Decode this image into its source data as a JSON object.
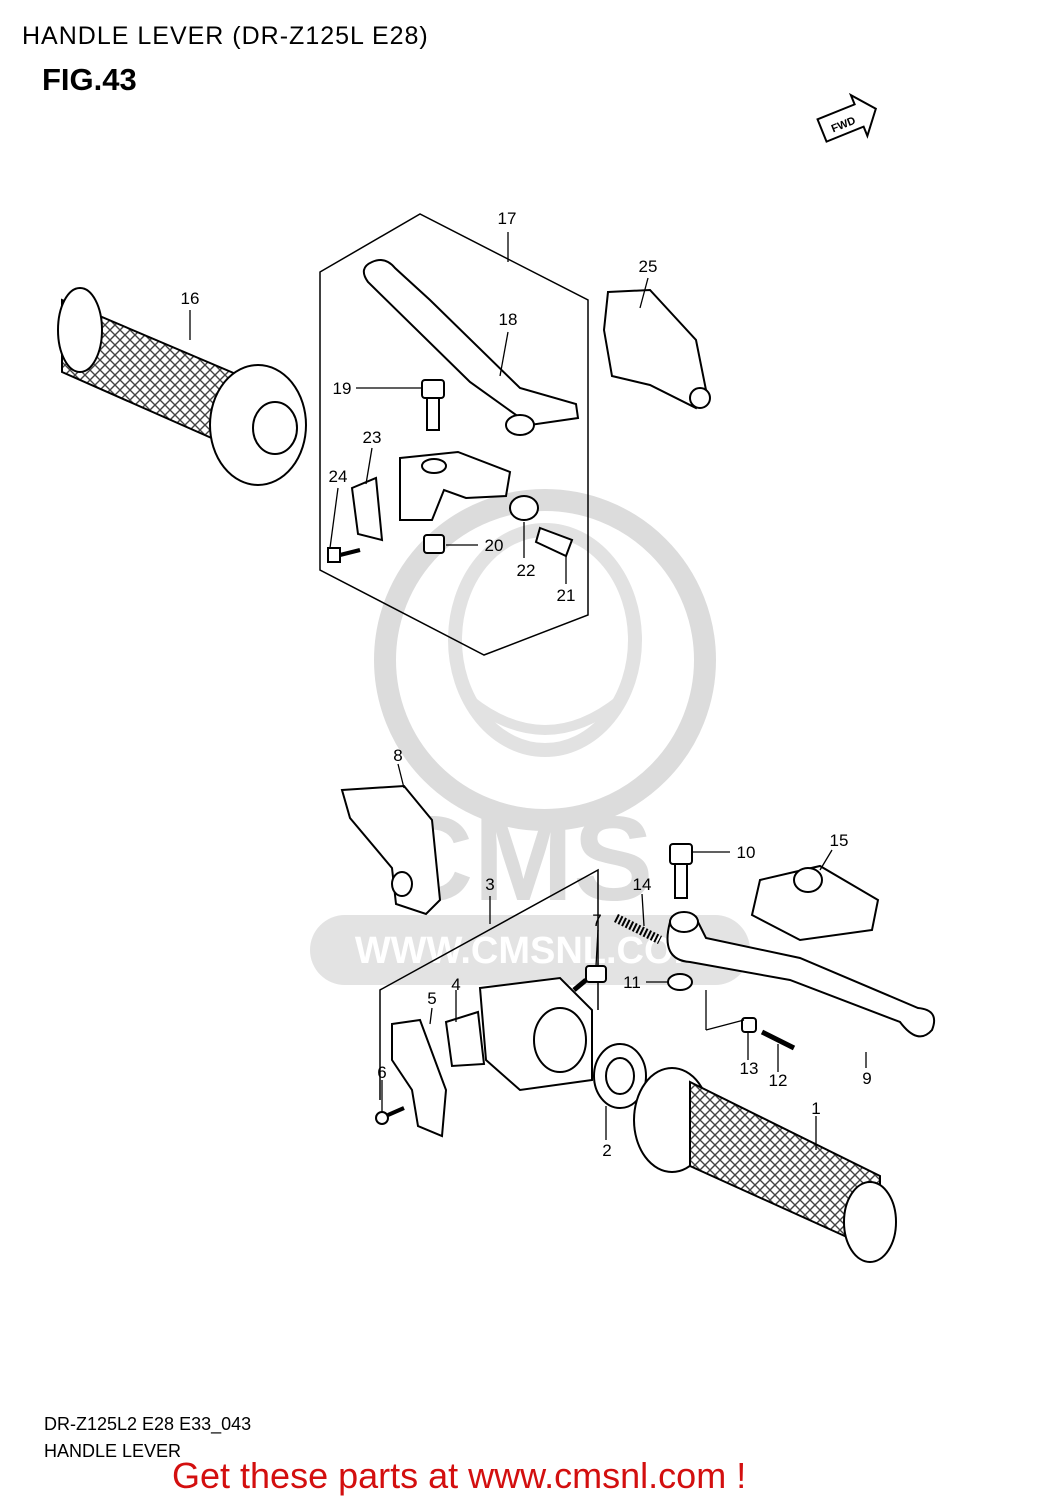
{
  "header": {
    "title": "HANDLE LEVER (DR-Z125L E28)",
    "figure": "FIG.43",
    "fwd_badge": "FWD"
  },
  "watermark": {
    "text": "WWW.CMSNL.COM",
    "logo_text": "CMS"
  },
  "parts": {
    "p1": "1",
    "p2": "2",
    "p3": "3",
    "p4": "4",
    "p5": "5",
    "p6": "6",
    "p7": "7",
    "p8": "8",
    "p9": "9",
    "p10": "10",
    "p11": "11",
    "p12": "12",
    "p13": "13",
    "p14": "14",
    "p15": "15",
    "p16": "16",
    "p17": "17",
    "p18": "18",
    "p19": "19",
    "p20": "20",
    "p21": "21",
    "p22": "22",
    "p23": "23",
    "p24": "24",
    "p25": "25"
  },
  "footer": {
    "code": "DR-Z125L2 E28 E33_043",
    "name": "HANDLE LEVER",
    "cta": "Get these parts at www.cmsnl.com !"
  },
  "colors": {
    "line": "#000000",
    "watermark": "#d9d9d9",
    "cta": "#d30f0f",
    "grip_mesh": "#555555"
  }
}
